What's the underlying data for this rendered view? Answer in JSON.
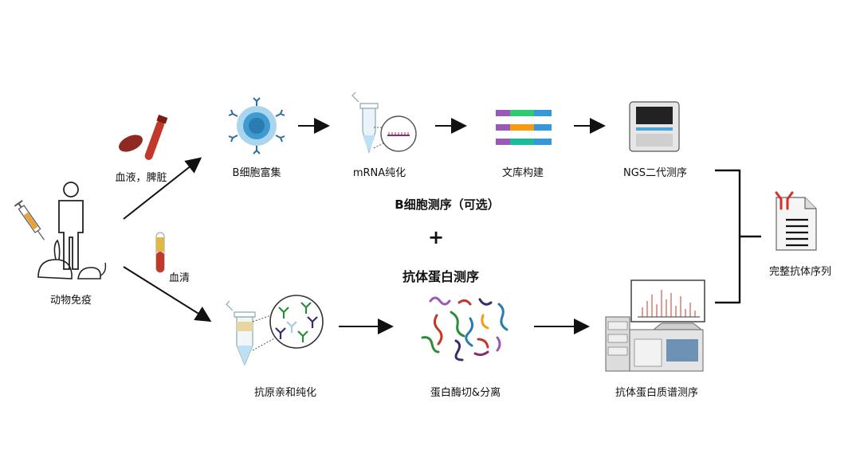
{
  "labels": {
    "animal": "动物免疫",
    "blood_spleen": "血液，脾脏",
    "serum": "血清",
    "b_cell": "B细胞富集",
    "mrna": "mRNA纯化",
    "library": "文库构建",
    "ngs": "NGS二代测序",
    "heading_b": "B细胞测序（可选）",
    "plus": "+",
    "heading_protein": "抗体蛋白测序",
    "affinity": "抗原亲和纯化",
    "digestion": "蛋白酶切&分离",
    "ms": "抗体蛋白质谱测序",
    "result": "完整抗体序列"
  },
  "colors": {
    "arrow": "#111111",
    "bcell": "#4aa6d6",
    "blood": "#c0392b",
    "spleen": "#8e2a22",
    "antibody_red": "#d0312d",
    "syringe": "#e8a23a"
  }
}
